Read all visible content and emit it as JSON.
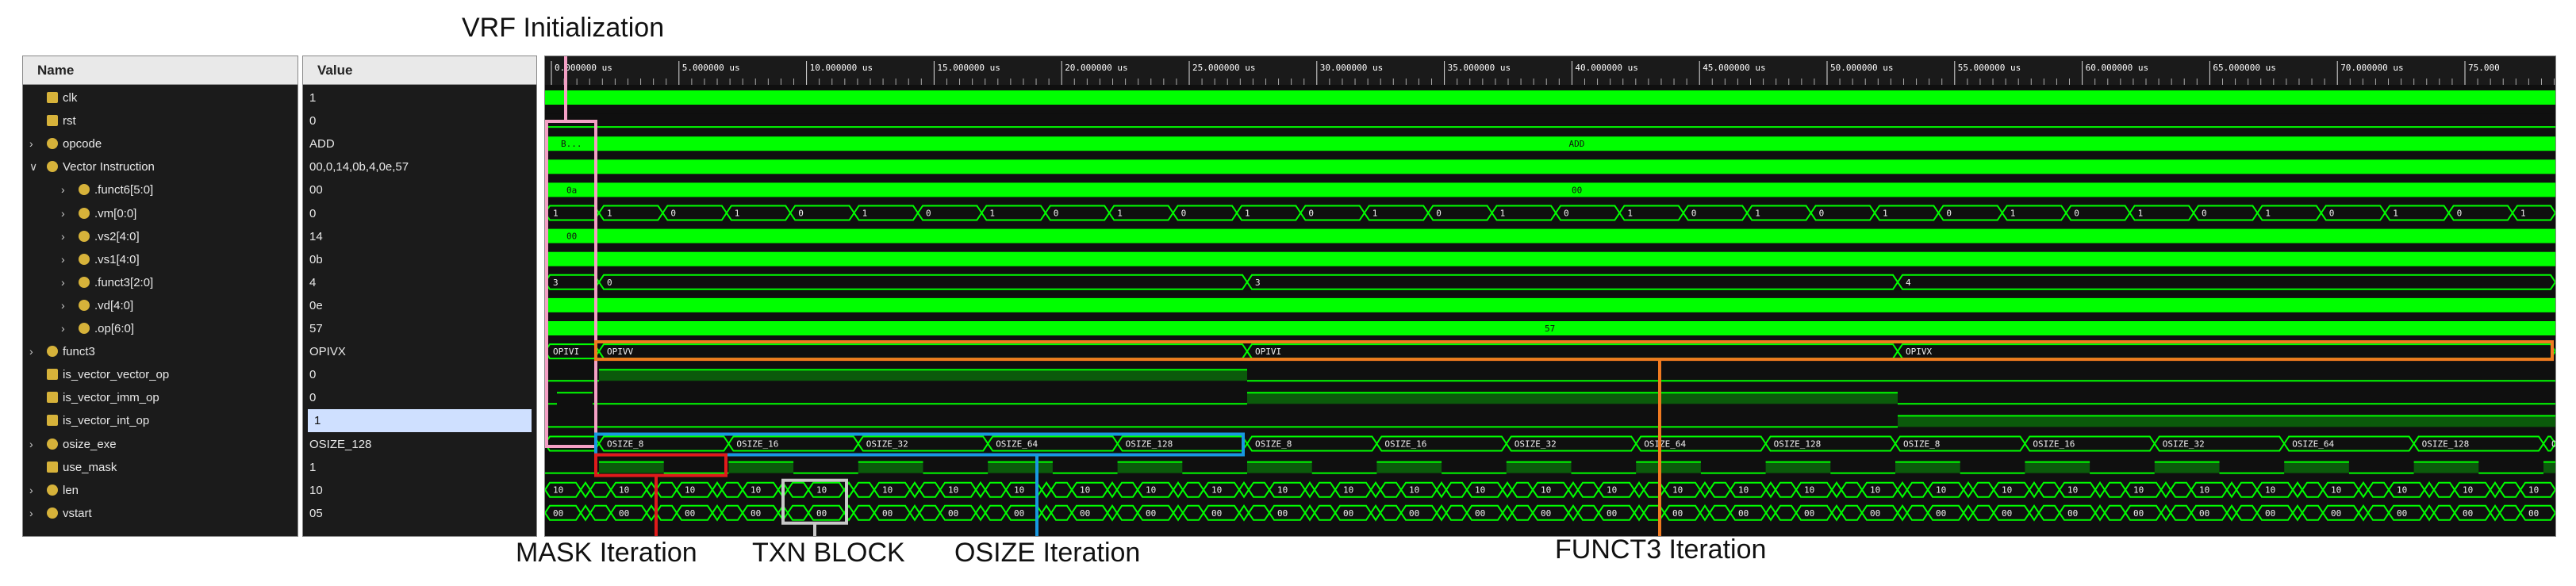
{
  "headers": {
    "name": "Name",
    "value": "Value"
  },
  "signals": [
    {
      "name": "clk",
      "value": "1",
      "kind": "bit",
      "indent": 0,
      "expand": false
    },
    {
      "name": "rst",
      "value": "0",
      "kind": "bit",
      "indent": 0,
      "expand": false
    },
    {
      "name": "opcode",
      "value": "ADD",
      "kind": "bus",
      "indent": 0,
      "expand": true
    },
    {
      "name": "Vector Instruction",
      "value": "00,0,14,0b,4,0e,57",
      "kind": "bus",
      "indent": 0,
      "expand": "open"
    },
    {
      "name": ".funct6[5:0]",
      "value": "00",
      "kind": "bus",
      "indent": 1,
      "expand": true
    },
    {
      "name": ".vm[0:0]",
      "value": "0",
      "kind": "bus",
      "indent": 1,
      "expand": true
    },
    {
      "name": ".vs2[4:0]",
      "value": "14",
      "kind": "bus",
      "indent": 1,
      "expand": true
    },
    {
      "name": ".vs1[4:0]",
      "value": "0b",
      "kind": "bus",
      "indent": 1,
      "expand": true
    },
    {
      "name": ".funct3[2:0]",
      "value": "4",
      "kind": "bus",
      "indent": 1,
      "expand": true
    },
    {
      "name": ".vd[4:0]",
      "value": "0e",
      "kind": "bus",
      "indent": 1,
      "expand": true
    },
    {
      "name": ".op[6:0]",
      "value": "57",
      "kind": "bus",
      "indent": 1,
      "expand": true
    },
    {
      "name": "funct3",
      "value": "OPIVX",
      "kind": "bus",
      "indent": 0,
      "expand": true
    },
    {
      "name": "is_vector_vector_op",
      "value": "0",
      "kind": "bit",
      "indent": 0,
      "expand": false
    },
    {
      "name": "is_vector_imm_op",
      "value": "0",
      "kind": "bit",
      "indent": 0,
      "expand": false
    },
    {
      "name": "is_vector_int_op",
      "value": "1",
      "kind": "bit",
      "indent": 0,
      "expand": false,
      "selected": true
    },
    {
      "name": "osize_exe",
      "value": "OSIZE_128",
      "kind": "bus",
      "indent": 0,
      "expand": true
    },
    {
      "name": "use_mask",
      "value": "1",
      "kind": "bit",
      "indent": 0,
      "expand": false
    },
    {
      "name": "len",
      "value": "10",
      "kind": "bus",
      "indent": 0,
      "expand": true
    },
    {
      "name": "vstart",
      "value": "05",
      "kind": "bus",
      "indent": 0,
      "expand": true
    }
  ],
  "time_ticks": [
    "0.000000 us",
    "5.000000 us",
    "10.000000 us",
    "15.000000 us",
    "20.000000 us",
    "25.000000 us",
    "30.000000 us",
    "35.000000 us",
    "40.000000 us",
    "45.000000 us",
    "50.000000 us",
    "55.000000 us",
    "60.000000 us",
    "65.000000 us",
    "70.000000 us",
    "75.000"
  ],
  "wave_values": {
    "opcode": [
      "B...",
      "ADD"
    ],
    "funct6": [
      "0a",
      "00"
    ],
    "vs2": [
      "00"
    ],
    "funct3_field": [
      "3",
      "0",
      "3",
      "4"
    ],
    "op": [
      "57"
    ],
    "funct3": [
      "OPIVI",
      "OPIVV",
      "OPIVI",
      "OPIVX"
    ],
    "osize": [
      "OSIZE_8",
      "OSIZE_16",
      "OSIZE_32",
      "OSIZE_64",
      "OSIZE_128"
    ],
    "len_sample": "10",
    "vstart_sample": "00"
  },
  "annotations": {
    "vrf_init": "VRF Initialization",
    "mask_iter": "MASK Iteration",
    "txn_block": "TXN BLOCK",
    "osize_iter": "OSIZE Iteration",
    "funct3_iter": "FUNCT3 Iteration"
  },
  "colors": {
    "wave_green": "#00ff00",
    "dark_green": "#0b5a0b",
    "vrf_pink": "#f4a0c4",
    "mask_red": "#e01b1b",
    "osize_blue": "#1898e0",
    "funct3_orange": "#f07a20",
    "txn_gray": "#c8c8c8"
  }
}
